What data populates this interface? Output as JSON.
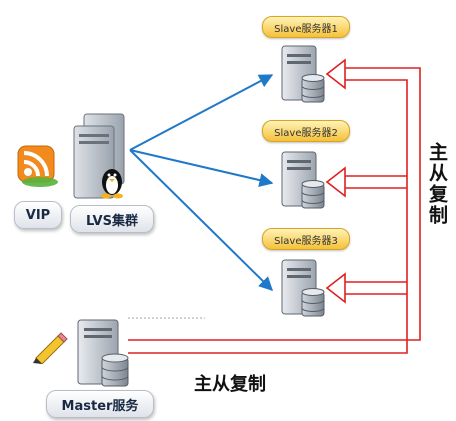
{
  "vip": {
    "label": "VIP",
    "icon": "rss-feed-icon"
  },
  "lvs": {
    "label": "LVS集群",
    "icon": "linux-server-icon"
  },
  "master": {
    "label": "Master服务",
    "icon": "database-server-icon",
    "note_icon": "pencil-icon"
  },
  "slaves": [
    {
      "label": "Slave服务器1",
      "icon": "database-server-icon"
    },
    {
      "label": "Slave服务器2",
      "icon": "database-server-icon"
    },
    {
      "label": "Slave服务器3",
      "icon": "database-server-icon"
    }
  ],
  "replication": {
    "vertical_label": "主从复制",
    "horizontal_label": "主从复制"
  },
  "colors": {
    "lb_arrow": "#1f78c8",
    "replication_line": "#e02020",
    "tag_bg": "#f5c13a"
  }
}
